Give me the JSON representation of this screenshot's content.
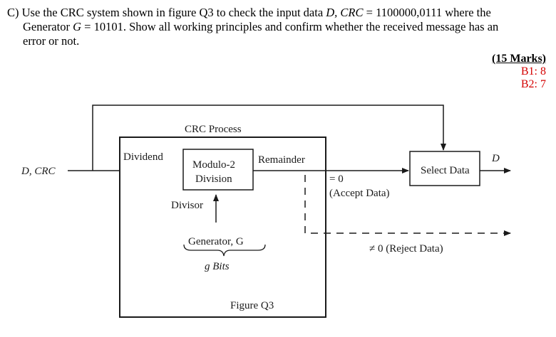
{
  "question": {
    "label": "C)",
    "line1_a": "Use the CRC system shown in figure Q3 to check the input data",
    "line1_math1": "D, CRC",
    "line1_b": "= 1100000,0111 where the",
    "line2_a": "Generator",
    "line2_math": "G",
    "line2_b": "= 10101. Show all working principles and confirm whether the received message has an",
    "line3": "error or not."
  },
  "marks": {
    "total": "(15 Marks)",
    "b1": "B1: 8",
    "b2": "B2: 7"
  },
  "diagram": {
    "input_label": "D, CRC",
    "process_title": "CRC Process",
    "dividend": "Dividend",
    "division_line1": "Modulo-2",
    "division_line2": "Division",
    "remainder": "Remainder",
    "divisor": "Divisor",
    "generator": "Generator, G",
    "gbits": "g Bits",
    "select_data": "Select Data",
    "output_label": "D",
    "eq_zero": "= 0",
    "accept": "(Accept Data)",
    "neq_zero": "≠ 0 (Reject Data)",
    "caption": "Figure Q3"
  }
}
